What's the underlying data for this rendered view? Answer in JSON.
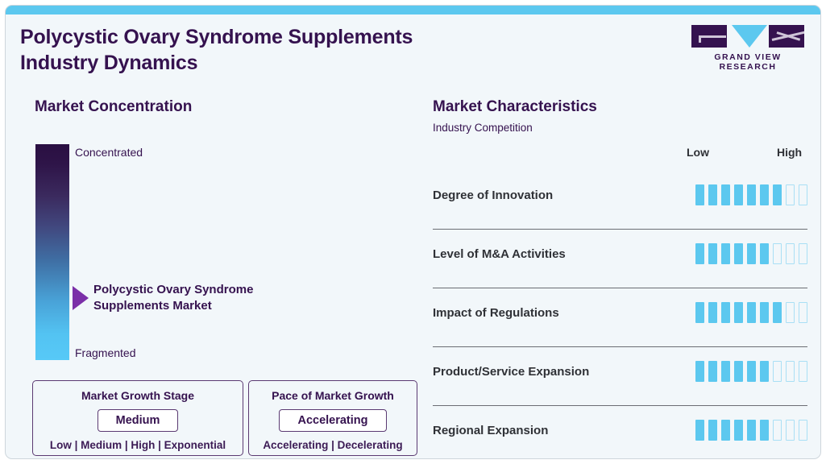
{
  "header": {
    "title_line1": "Polycystic Ovary Syndrome Supplements",
    "title_line2": "Industry Dynamics",
    "logo_text": "GRAND VIEW RESEARCH"
  },
  "market_concentration": {
    "heading": "Market Concentration",
    "top_label": "Concentrated",
    "bottom_label": "Fragmented",
    "pointer_label": "Polycystic Ovary Syndrome Supplements Market",
    "gradient_top_color": "#2a0f42",
    "gradient_bottom_color": "#57c9f7",
    "pointer_color": "#7b2fa8"
  },
  "growth_stage": {
    "title": "Market Growth Stage",
    "value": "Medium",
    "scale": "Low | Medium | High | Exponential"
  },
  "growth_pace": {
    "title": "Pace of Market Growth",
    "value": "Accelerating",
    "scale": "Accelerating | Decelerating"
  },
  "market_characteristics": {
    "heading": "Market Characteristics",
    "subheading": "Industry Competition",
    "axis_low": "Low",
    "axis_high": "High",
    "filled_color": "#5cc8ef",
    "empty_color": "#a9dff5"
  },
  "chart_data": {
    "type": "bar",
    "title": "Market Characteristics",
    "subtitle": "Industry Competition",
    "xlabel": "",
    "ylabel": "",
    "scale_min_label": "Low",
    "scale_max_label": "High",
    "segments_total": 9,
    "categories": [
      "Degree of Innovation",
      "Level of M&A Activities",
      "Impact of Regulations",
      "Product/Service Expansion",
      "Regional Expansion"
    ],
    "values": [
      7,
      6,
      7,
      6,
      6
    ],
    "ylim": [
      0,
      9
    ],
    "grid": false,
    "legend": "none"
  }
}
